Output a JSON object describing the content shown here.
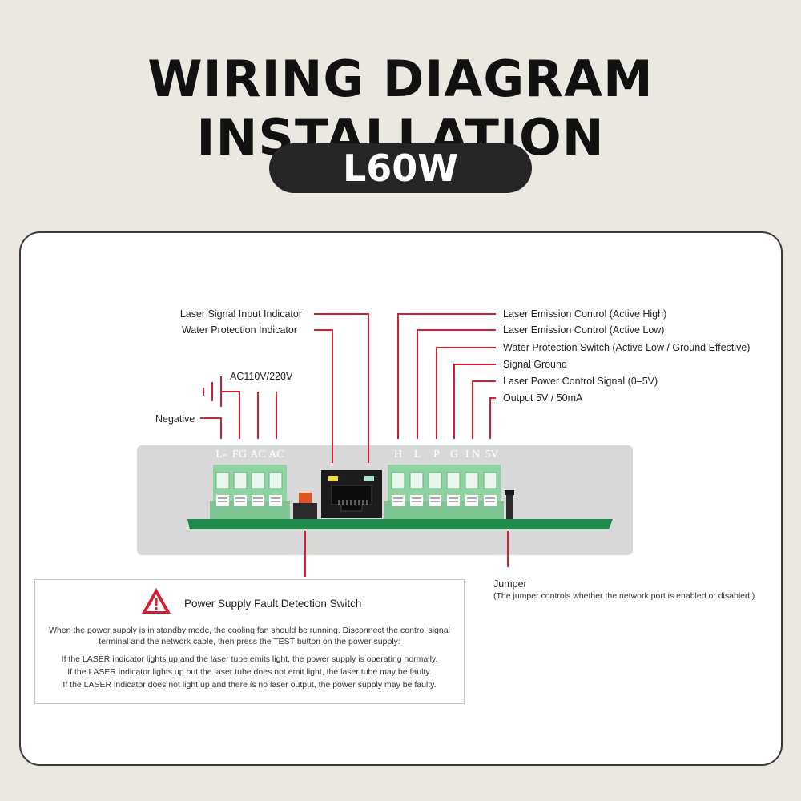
{
  "header": {
    "title": "WIRING DIAGRAM INSTALLATION",
    "model": "L60W"
  },
  "left_labels": {
    "laser_signal_input_indicator": "Laser Signal Input Indicator",
    "water_protection_indicator": "Water Protection Indicator",
    "ac_input": "AC110V/220V",
    "negative": "Negative"
  },
  "right_labels": {
    "h": "Laser Emission Control (Active High)",
    "l": "Laser Emission Control (Active Low)",
    "p": "Water Protection Switch (Active Low / Ground Effective)",
    "g": "Signal Ground",
    "in": "Laser Power Control Signal (0–5V)",
    "v5": "Output 5V / 50mA"
  },
  "left_pins": [
    "L-",
    "FG",
    "AC",
    "AC"
  ],
  "right_pins": [
    "H",
    "L",
    "P",
    "G",
    "I N",
    "5V"
  ],
  "notice": {
    "title": "Power Supply Fault Detection Switch",
    "intro": "When the power supply is in standby mode, the cooling fan should be running. Disconnect the control signal terminal and the network cable, then press the TEST button on the power supply:",
    "lines": [
      "If the LASER indicator lights up and the laser tube emits light, the power supply is operating normally.",
      "If the LASER indicator lights up but the laser tube does not emit light, the laser tube may be faulty.",
      "If the LASER indicator does not light up and there is no laser output, the power supply may be faulty."
    ]
  },
  "jumper": {
    "label": "Jumper",
    "note": "(The jumper controls whether the network port is enabled or disabled.)"
  },
  "colors": {
    "background": "#ebe7e1",
    "wire": "#d2202f",
    "terminal": "#8fd3a3",
    "pcb": "#1f8a4c",
    "board_panel": "#d8d8d8",
    "pill": "#262626"
  }
}
